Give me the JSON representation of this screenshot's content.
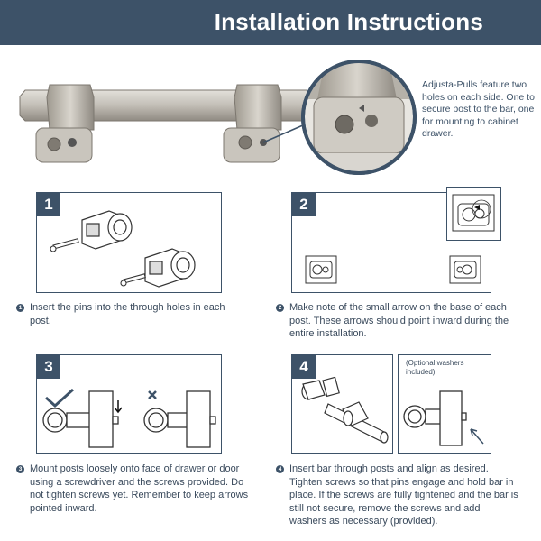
{
  "header": {
    "title": "Installation Instructions"
  },
  "callout": {
    "note": "Adjusta-Pulls feature two holes on each side. One to secure post to the bar, one for mounting to cabinet drawer."
  },
  "steps": [
    {
      "number": "1",
      "bullet": "1",
      "text": "Insert the pins into the through holes in each post."
    },
    {
      "number": "2",
      "bullet": "2",
      "text": "Make note of the small arrow on the base of each post. These arrows should point inward during the entire installation."
    },
    {
      "number": "3",
      "bullet": "3",
      "text": "Mount posts loosely onto face of drawer or door using a screwdriver and the screws provided. Do not tighten screws yet. Remember to keep arrows pointed inward."
    },
    {
      "number": "4",
      "bullet": "4",
      "text": "Insert bar through posts and align as desired. Tighten screws so that pins engage and hold bar in place. If the screws are fully tightened and the bar is still not secure, remove the screws and add washers as necessary (provided).",
      "washer_note": "(Optional washers included)"
    }
  ],
  "colors": {
    "accent": "#3d5268",
    "metal": "#b9b5ad",
    "metal_dark": "#8f8a82"
  }
}
